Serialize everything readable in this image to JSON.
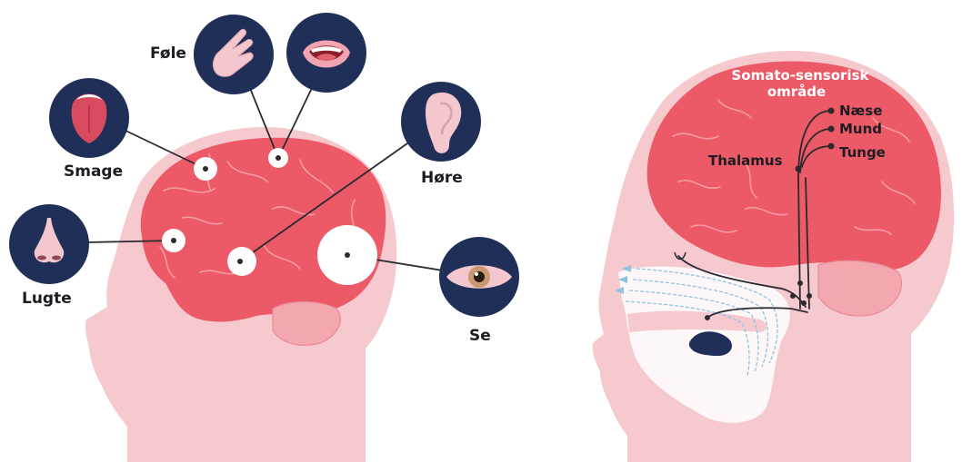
{
  "left_figure": {
    "senses": [
      {
        "key": "fole",
        "label": "Føle",
        "icon": "hand-icon"
      },
      {
        "key": "smage",
        "label": "Smage",
        "icon": "tongue-icon"
      },
      {
        "key": "lugte",
        "label": "Lugte",
        "icon": "nose-icon"
      },
      {
        "key": "hore",
        "label": "Høre",
        "icon": "ear-icon"
      },
      {
        "key": "se",
        "label": "Se",
        "icon": "eye-icon"
      }
    ],
    "mouth_icon": "mouth-icon"
  },
  "right_figure": {
    "cortex_label_line1": "Somato-sensorisk",
    "cortex_label_line2": "område",
    "thalamus_label": "Thalamus",
    "pathways": [
      "Næse",
      "Mund",
      "Tunge"
    ]
  },
  "colors": {
    "skin": "#f6c9cf",
    "brain": "#ec5a68",
    "brain_light": "#f08a93",
    "icon_circle": "#1f2f57",
    "line": "#2a2a30",
    "air": "#8cc4e6",
    "white": "#ffffff"
  }
}
